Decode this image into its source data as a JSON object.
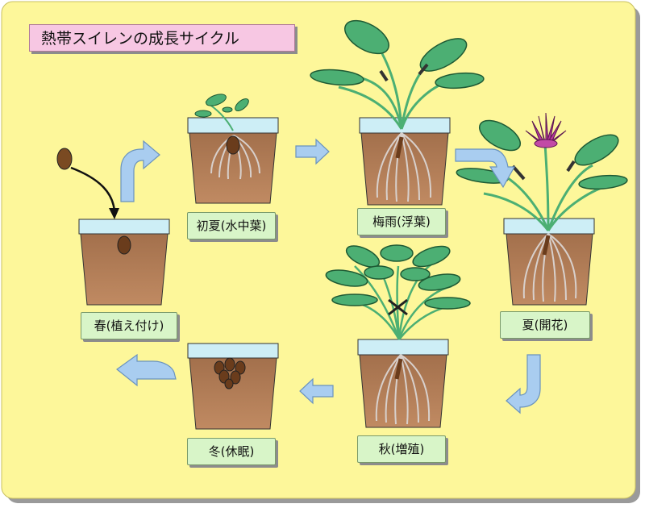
{
  "title": "熱帯スイレンの成長サイクル",
  "stages": [
    {
      "id": "spring",
      "label": "春(植え付け)"
    },
    {
      "id": "early_summer",
      "label": "初夏(水中葉)"
    },
    {
      "id": "rainy",
      "label": "梅雨(浮葉)"
    },
    {
      "id": "summer",
      "label": "夏(開花)"
    },
    {
      "id": "autumn",
      "label": "秋(増殖)"
    },
    {
      "id": "winter",
      "label": "冬(休眠)"
    }
  ],
  "colors": {
    "background": "#fdf79a",
    "label_fill": "#d8f5c8",
    "title_fill": "#f7c7e3",
    "arrow": "#a9cdf0",
    "soil": "#b07a55",
    "water": "#cdeef6",
    "leaf": "#4caf73",
    "flower": "#b5399a"
  }
}
